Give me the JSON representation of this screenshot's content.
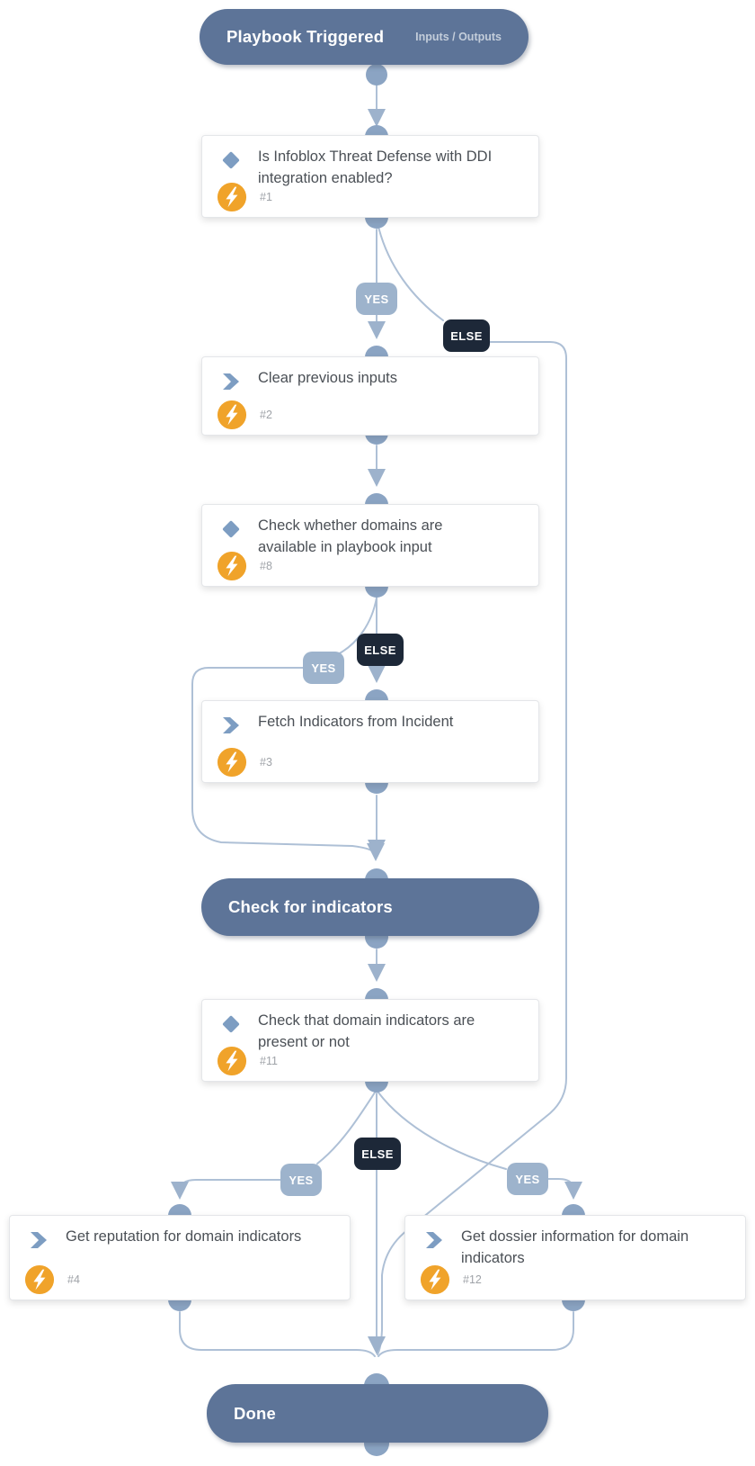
{
  "start": {
    "label": "Playbook Triggered",
    "link": "Inputs / Outputs"
  },
  "sections": {
    "check": "Check for indicators",
    "done": "Done"
  },
  "branch": {
    "yes": "YES",
    "else": "ELSE"
  },
  "tasks": [
    {
      "id": "#1",
      "title": "Is Infoblox Threat Defense with DDI integration enabled?",
      "type": "condition",
      "icon": "diamond-condition-icon",
      "badge_icon": "lightning-bolt-icon"
    },
    {
      "id": "#2",
      "title": "Clear previous inputs",
      "type": "action",
      "icon": "chevron-task-icon",
      "badge_icon": "lightning-bolt-icon"
    },
    {
      "id": "#8",
      "title": "Check whether domains are available in playbook input",
      "type": "condition",
      "icon": "diamond-condition-icon",
      "badge_icon": "lightning-bolt-icon"
    },
    {
      "id": "#3",
      "title": "Fetch Indicators from Incident",
      "type": "action",
      "icon": "chevron-task-icon",
      "badge_icon": "lightning-bolt-icon"
    },
    {
      "id": "#11",
      "title": "Check that domain indicators are present or not",
      "type": "condition",
      "icon": "diamond-condition-icon",
      "badge_icon": "lightning-bolt-icon"
    },
    {
      "id": "#4",
      "title": "Get reputation for domain indicators",
      "type": "action",
      "icon": "chevron-task-icon",
      "badge_icon": "lightning-bolt-icon"
    },
    {
      "id": "#12",
      "title": "Get dossier information for domain indicators",
      "type": "action",
      "icon": "chevron-task-icon",
      "badge_icon": "lightning-bolt-icon"
    }
  ],
  "colors": {
    "section_pill": "#5d7498",
    "branch_yes": "#9db3cc",
    "branch_else": "#1d2838",
    "connector_line": "#aec0d6",
    "connector_port": "#8ba4c3",
    "arrowhead": "#9db2cc",
    "task_icon": "#7d9dc2",
    "automation_badge": "#f0a32a",
    "card_border": "#e4e6e9",
    "title_text": "#4b5056"
  }
}
